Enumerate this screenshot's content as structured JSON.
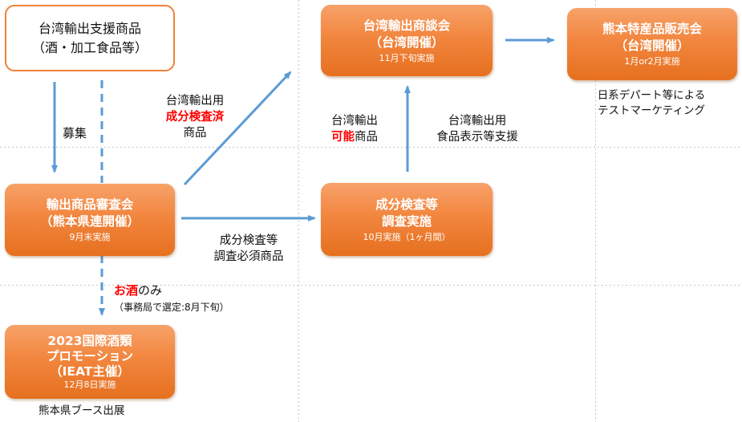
{
  "support_box": {
    "line1": "台湾輸出支援商品",
    "line2": "（酒・加工食品等）"
  },
  "recruit_label": "募集",
  "review_box": {
    "title1": "輸出商品審査会",
    "title2": "（熊本県連開催）",
    "sub": "9月末実施"
  },
  "promo_box": {
    "title1": "2023国際酒類",
    "title2": "プロモーション",
    "title3": "（IEAT主催）",
    "sub": "12月8日実施"
  },
  "promo_note": "熊本県ブース出展",
  "sake_note": {
    "red": "お酒",
    "rest": "のみ",
    "detail": "（事務局で選定:8月下旬）"
  },
  "tested_label": {
    "line1": "台湾輸出用",
    "line2_red": "成分検査済",
    "line3": "商品"
  },
  "required_label": {
    "line1": "成分検査等",
    "line2": "調査必須商品"
  },
  "inspection_box": {
    "title1": "成分検査等",
    "title2": "調査実施",
    "sub": "10月実施（1ヶ月間）"
  },
  "possible_label": {
    "line1": "台湾輸出",
    "line2_red": "可能",
    "line2_rest": "商品"
  },
  "labeling_label": {
    "line1": "台湾輸出用",
    "line2": "食品表示等支援"
  },
  "meeting_box": {
    "title1": "台湾輸出商談会",
    "title2": "（台湾開催）",
    "sub": "11月下旬実施"
  },
  "sales_box": {
    "title1": "熊本特産品販売会",
    "title2": "（台湾開催）",
    "sub": "1月or2月実施"
  },
  "sales_note": {
    "line1": "日系デパート等による",
    "line2": "テストマーケティング"
  },
  "colors": {
    "box_orange": "#f2863f",
    "arrow_blue": "#5b9bd5",
    "highlight_red": "#ff0000",
    "grid_gray": "#bfbfbf"
  }
}
